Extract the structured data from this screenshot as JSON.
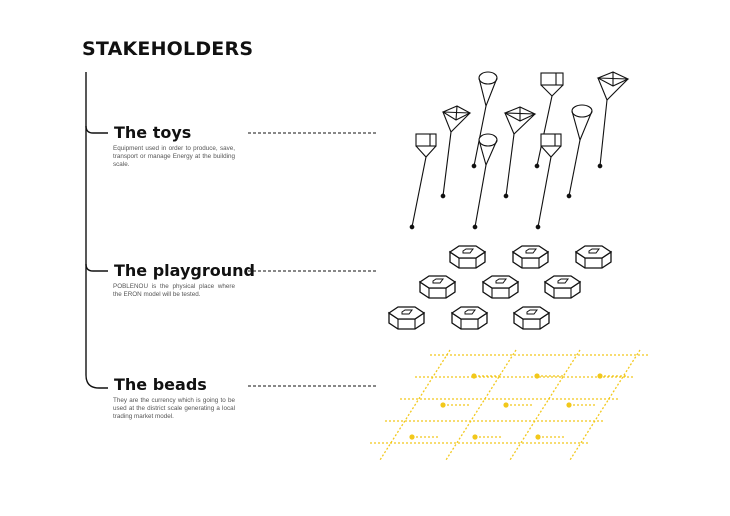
{
  "title": "STAKEHOLDERS",
  "sections": [
    {
      "heading": "The toys",
      "description": "Equipment used in order to produce, save, transport or manage Energy at the building scale.",
      "illustration": "toys-icon"
    },
    {
      "heading": "The playground",
      "description": "POBLENOU is the physical place where the ERON model will be tested.",
      "illustration": "playground-blocks-icon"
    },
    {
      "heading": "The beads",
      "description": "They are the currency which is going to be used at the district scale generating a local trading market model.",
      "illustration": "beads-grid-icon"
    }
  ],
  "colors": {
    "text": "#111111",
    "description": "#555555",
    "beads": "#f2c81b",
    "line": "#111111"
  }
}
